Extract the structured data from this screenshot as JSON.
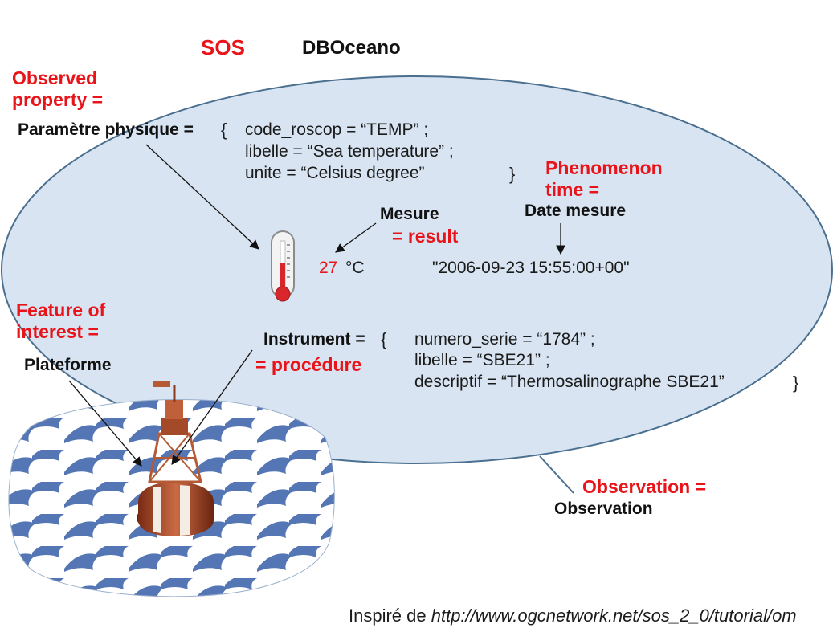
{
  "header": {
    "left": "SOS",
    "right": "DBOceano"
  },
  "observed_property": {
    "label": "Observed property =",
    "name": "Paramètre physique =",
    "open_brace": "{",
    "lines": [
      "code_roscop = “TEMP” ;",
      "libelle = “Sea temperature” ;",
      "unite = “Celsius degree”"
    ],
    "close_brace": "}"
  },
  "phenomenon_time": {
    "label": "Phenomenon time =",
    "name": "Date mesure",
    "value": "\"2006-09-23 15:55:00+00\""
  },
  "result": {
    "name": "Mesure",
    "label": "= result",
    "value": "27",
    "unit": "°C"
  },
  "feature_of_interest": {
    "label": "Feature of interest =",
    "name": "Plateforme"
  },
  "procedure": {
    "name": "Instrument =",
    "open_brace": "{",
    "label": "= procédure",
    "lines": [
      "numero_serie = “1784” ;",
      "libelle = “SBE21” ;",
      "descriptif = “Thermosalinographe SBE21”"
    ],
    "close_brace": "}"
  },
  "observation": {
    "label": "Observation =",
    "name": "Observation"
  },
  "credit": {
    "prefix": "Inspiré de ",
    "link": "http://www.ogcnetwork.net/sos_2_0/tutorial/om"
  },
  "colors": {
    "accent_red": "#e8141a",
    "ellipse_fill": "#d8e4f1",
    "ellipse_stroke": "#4a6f8f",
    "water": "#5576b4"
  }
}
